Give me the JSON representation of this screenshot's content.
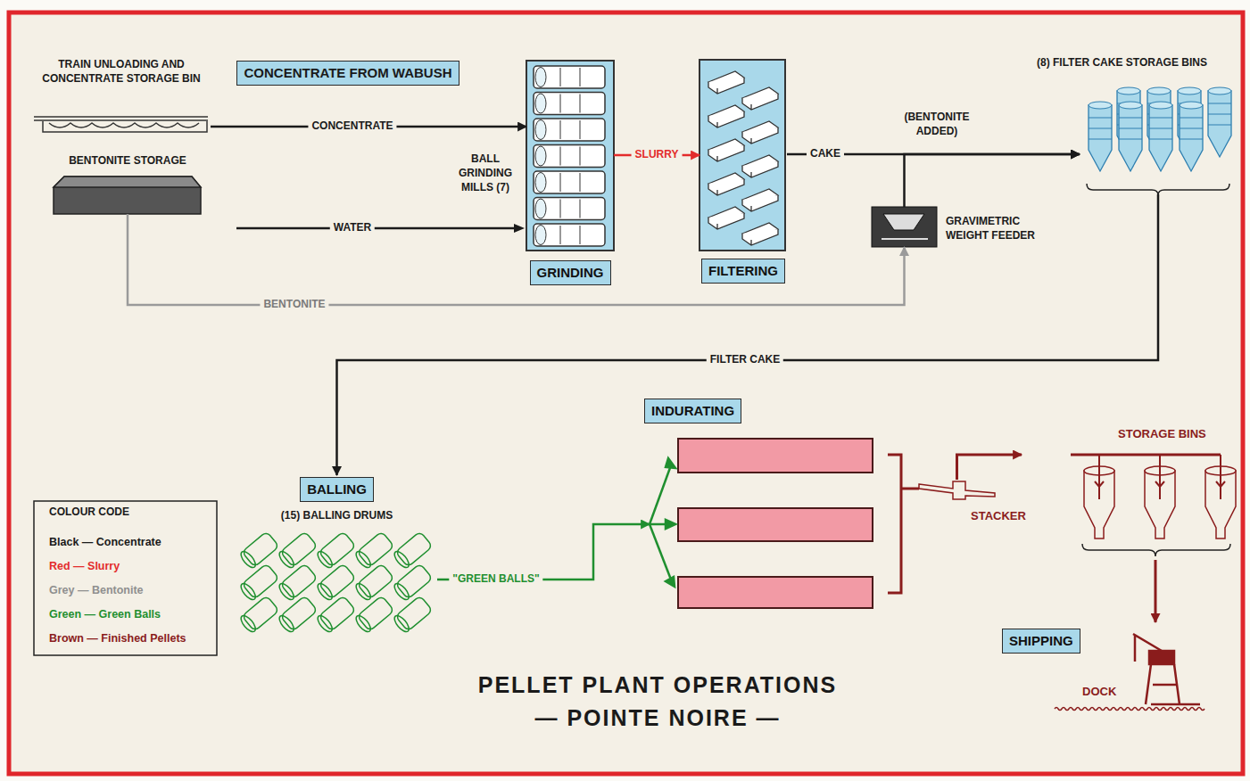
{
  "diagram": {
    "title": "PELLET PLANT OPERATIONS",
    "caption": "— POINTE NOIRE —",
    "nodes": [
      {
        "text": [
          "TRAIN UNLOADING AND CONCENTRATE STORAGE BIN"
        ]
      },
      {
        "text": [
          "BENTONITE STORAGE"
        ]
      },
      {
        "text": [
          "CONCENTRATE FROM WABUSH"
        ]
      },
      {
        "text": [
          "BALL GRINDING MILLS (7)",
          "GRINDING"
        ]
      },
      {
        "text": [
          "FILTERING"
        ]
      },
      {
        "text": [
          "GRAVIMETRIC WEIGHT FEEDER"
        ]
      },
      {
        "text": [
          "(8) FILTER CAKE STORAGE BINS"
        ]
      },
      {
        "text": [
          "BALLING",
          "(15) BALLING DRUMS"
        ]
      },
      {
        "text": [
          "INDURATING"
        ]
      },
      {
        "text": [
          "STACKER"
        ]
      },
      {
        "text": [
          "STORAGE BINS"
        ]
      },
      {
        "text": [
          "SHIPPING",
          "DOCK"
        ]
      }
    ],
    "edges": [
      {
        "from": 0,
        "to": 3,
        "label": "CONCENTRATE",
        "arrow": "to"
      },
      {
        "from": 1,
        "to": 5,
        "label": "BENTONITE",
        "arrow": "to"
      },
      {
        "from": 3,
        "to": 4,
        "label": "SLURRY",
        "arrow": "to"
      },
      {
        "from": 4,
        "to": 6,
        "label": "CAKE",
        "arrow": "to"
      },
      {
        "from": 5,
        "to": 6,
        "label": "(BENTONITE ADDED)",
        "arrow": "to"
      },
      {
        "from": 6,
        "to": 7,
        "label": "FILTER CAKE",
        "arrow": "to"
      },
      {
        "from": 7,
        "to": 8,
        "label": "\"GREEN BALLS\"",
        "arrow": "to"
      },
      {
        "from": 8,
        "to": 9,
        "arrow": "none"
      },
      {
        "from": 9,
        "to": 10,
        "arrow": "to"
      },
      {
        "from": 10,
        "to": 11,
        "arrow": "to"
      }
    ],
    "labels": [
      "COLOUR CODE",
      "WATER"
    ],
    "legend": [
      {
        "text": "Black — Concentrate",
        "color": "#1a1a1a"
      },
      {
        "text": "Red — Slurry",
        "color": "#e32b2b"
      },
      {
        "text": "Grey — Bentonite",
        "color": "#8f8f8f"
      },
      {
        "text": "Green — Green Balls",
        "color": "#1f8f2f"
      },
      {
        "text": "Brown — Finished Pellets",
        "color": "#8a1c1c"
      }
    ]
  }
}
